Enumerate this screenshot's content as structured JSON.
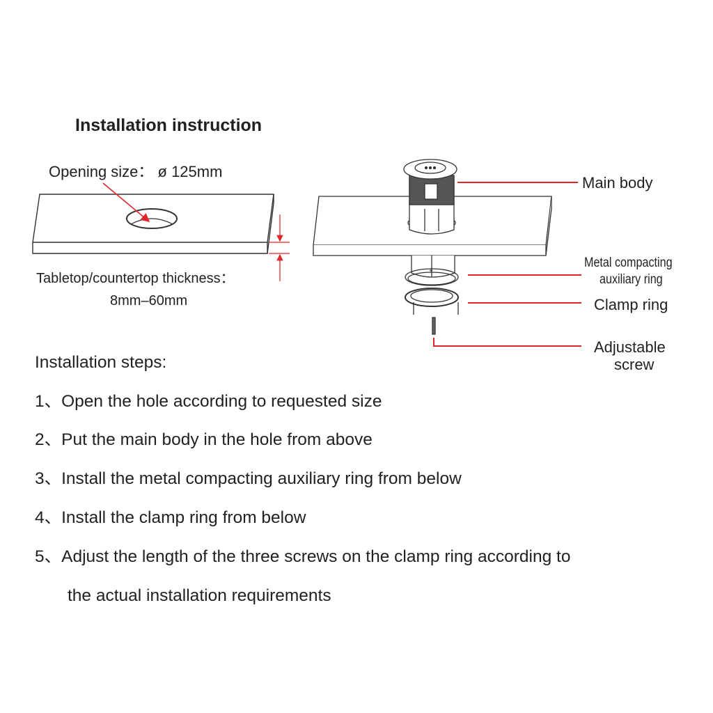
{
  "title": "Installation instruction",
  "left_diagram": {
    "opening_size": "Opening size： ø 125mm",
    "thickness_label": "Tabletop/countertop thickness：",
    "thickness_range": "8mm–60mm"
  },
  "right_diagram": {
    "main_body": "Main body",
    "metal_ring_line1": "Metal compacting",
    "metal_ring_line2": "auxiliary ring",
    "clamp_ring": "Clamp ring",
    "screw_line1": "Adjustable",
    "screw_line2": "screw"
  },
  "steps_heading": "Installation steps:",
  "steps": [
    "1、Open the hole according to requested size",
    "2、Put the main body in the hole from above",
    "3、Install the metal compacting auxiliary ring from below",
    "4、Install the clamp ring from below",
    "5、Adjust the length of the three screws on the clamp ring according to",
    "the actual installation requirements"
  ],
  "colors": {
    "leader": "#e0262b",
    "text": "#231f20"
  }
}
